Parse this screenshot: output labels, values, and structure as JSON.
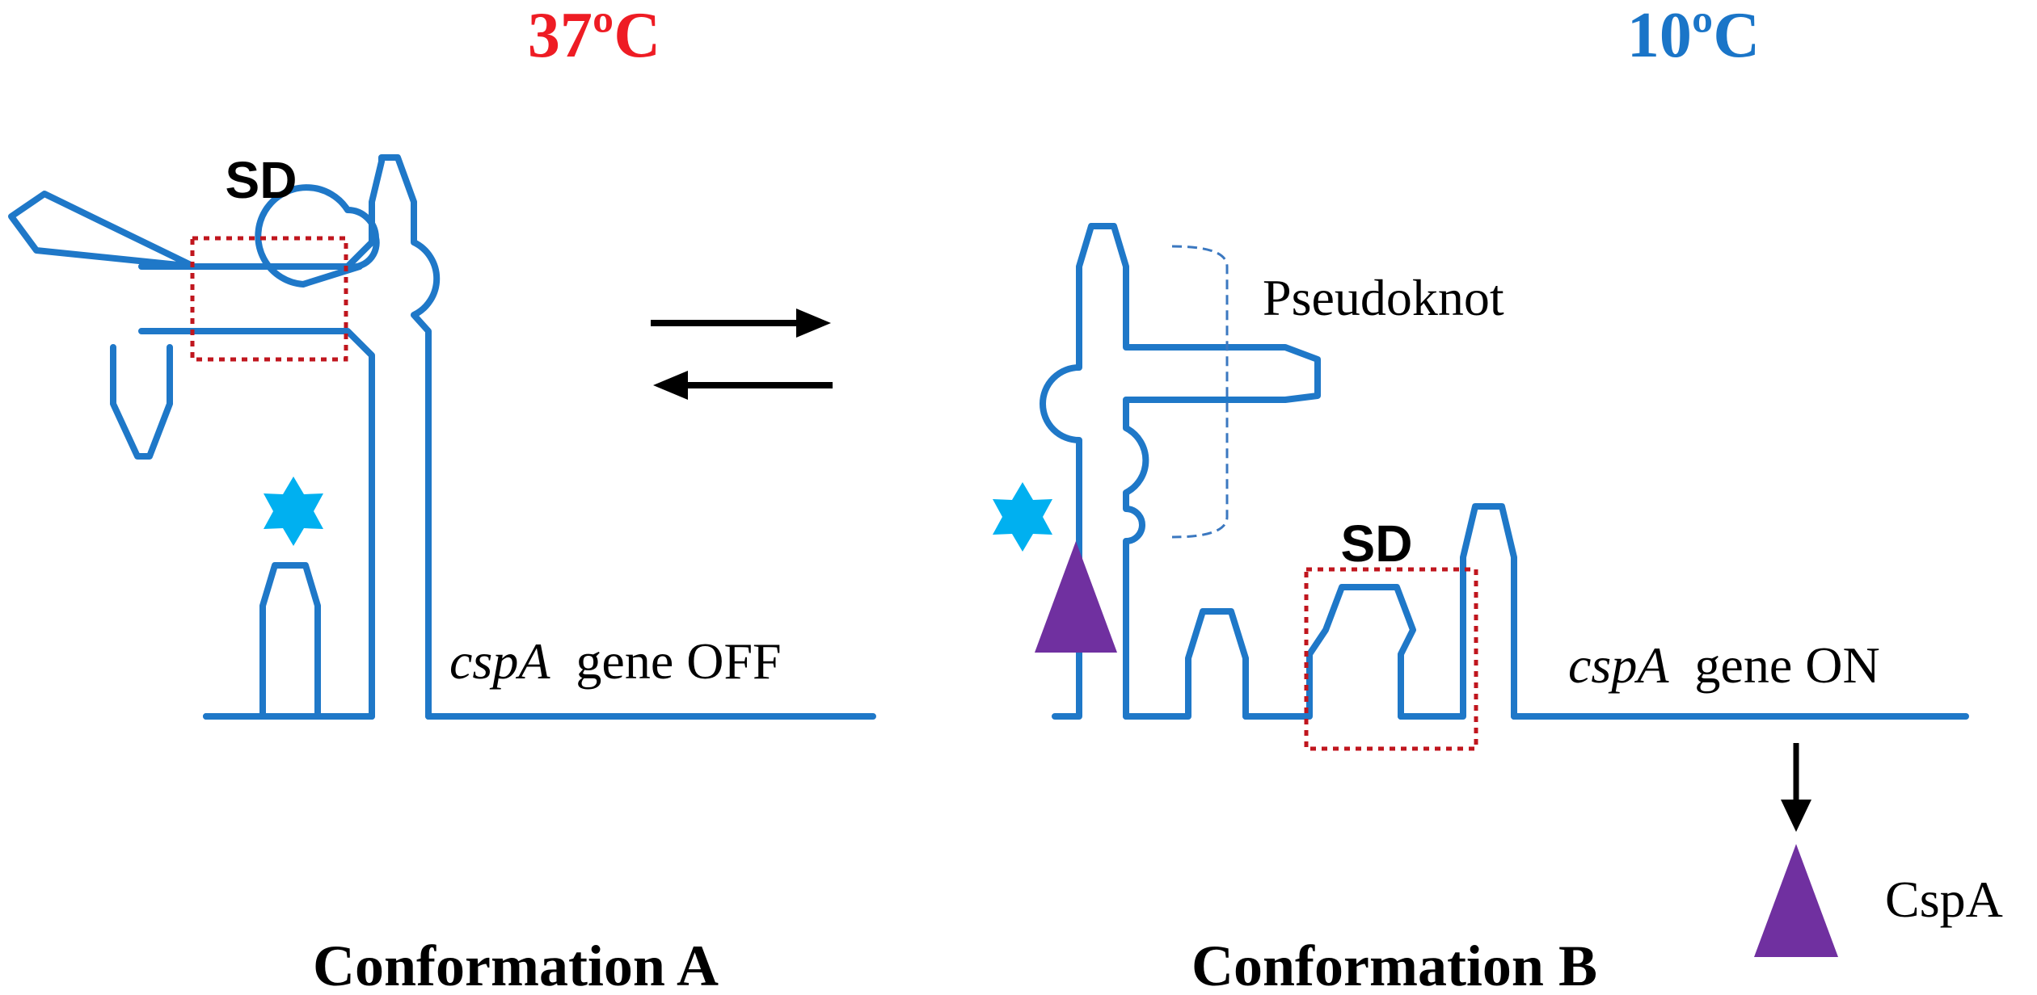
{
  "conformation_a": {
    "temperature": "37ºC",
    "temperature_color": "#ee1c24",
    "sd_label": "SD",
    "gene_name": "cspA",
    "gene_status": "gene OFF",
    "caption": "Conformation A"
  },
  "conformation_b": {
    "temperature": "10ºC",
    "temperature_color": "#1a75c8",
    "sd_label": "SD",
    "pseudoknot_label": "Pseudoknot",
    "gene_name": "cspA",
    "gene_status": "gene ON",
    "caption": "Conformation B",
    "product_label": "CspA"
  },
  "colors": {
    "rna_strand": "#1f78c8",
    "sd_box": "#c0161e",
    "star": "#00b0f0",
    "cspa_protein": "#7030a0",
    "arrows": "#000000"
  },
  "icons": [
    "star-icon",
    "triangle-icon",
    "equilibrium-arrows",
    "down-arrow"
  ]
}
